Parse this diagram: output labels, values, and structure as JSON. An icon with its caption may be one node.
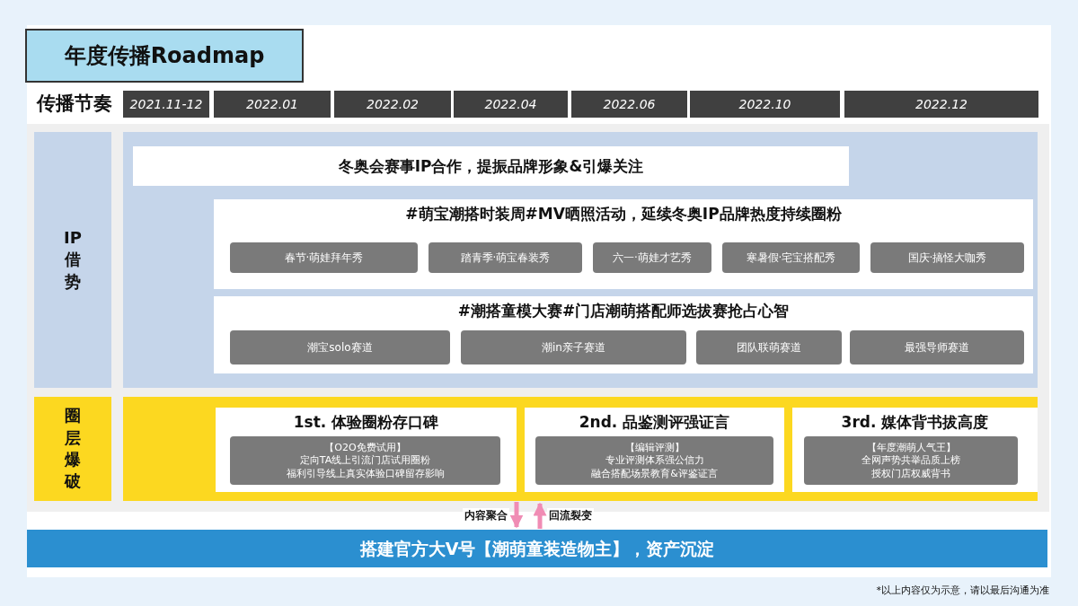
{
  "diagram": {
    "nodes": [
      {
        "text": [
          "年度传播Roadmap"
        ]
      },
      {
        "text": [
          "传播节奏"
        ]
      },
      {
        "text": [
          "2021.11-12"
        ]
      },
      {
        "text": [
          "2022.01"
        ]
      },
      {
        "text": [
          "2022.02"
        ]
      },
      {
        "text": [
          "2022.04"
        ]
      },
      {
        "text": [
          "2022.06"
        ]
      },
      {
        "text": [
          "2022.10"
        ]
      },
      {
        "text": [
          "2022.12"
        ]
      },
      {
        "text": [
          "IP借势"
        ]
      },
      {
        "text": [],
        "shape": "box"
      },
      {
        "text": [
          "冬奥会赛事IP合作，提振品牌形象&引爆关注"
        ],
        "in": 10
      },
      {
        "text": [
          "#萌宝潮搭时装周#MV晒照活动，延续冬奥IP品牌热度持续圈粉"
        ],
        "in": 10
      },
      {
        "text": [
          "春节·萌娃拜年秀"
        ],
        "in": 12
      },
      {
        "text": [
          "踏青季·萌宝春装秀"
        ],
        "in": 12
      },
      {
        "text": [
          "六一·萌娃才艺秀"
        ],
        "in": 12
      },
      {
        "text": [
          "寒暑假·宅宝搭配秀"
        ],
        "in": 12
      },
      {
        "text": [
          "国庆·搞怪大咖秀"
        ],
        "in": 12
      },
      {
        "text": [
          "#潮搭童模大赛#门店潮萌搭配师选拔赛抢占心智"
        ],
        "in": 10
      },
      {
        "text": [
          "潮宝solo赛道"
        ],
        "in": 18
      },
      {
        "text": [
          "潮in亲子赛道"
        ],
        "in": 18
      },
      {
        "text": [
          "团队联萌赛道"
        ],
        "in": 18
      },
      {
        "text": [
          "最强导师赛道"
        ],
        "in": 18
      },
      {
        "text": [
          "圈层爆破"
        ]
      },
      {
        "text": [],
        "shape": "box"
      },
      {
        "text": [
          "1st. 体验圈粉存口碑"
        ],
        "in": 24
      },
      {
        "text": [
          "【O2O免费试用】",
          "定向TA线上引流门店试用圈粉",
          "福利引导线上真实体验口碑留存影响"
        ],
        "in": 25
      },
      {
        "text": [
          "2nd. 品鉴测评强证言"
        ],
        "in": 24
      },
      {
        "text": [
          "【编辑评测】",
          "专业评测体系强公信力",
          "融合搭配场景教育&评鉴证言"
        ],
        "in": 27
      },
      {
        "text": [
          "3rd. 媒体背书拔高度"
        ],
        "in": 24
      },
      {
        "text": [
          "【年度潮萌人气王】",
          "全网声势共举品质上榜",
          "授权门店权威背书"
        ],
        "in": 29
      },
      {
        "text": [
          "搭建官方大V号【潮萌童装造物主】，资产沉淀"
        ]
      }
    ],
    "edges": [
      {
        "from": 24,
        "to": 31,
        "arrow": "to",
        "label": "内容聚合"
      },
      {
        "from": 31,
        "to": 24,
        "arrow": "to",
        "label": "回流裂变"
      }
    ],
    "labels": [
      "*以上内容仅为示意，请以最后沟通为准"
    ]
  }
}
